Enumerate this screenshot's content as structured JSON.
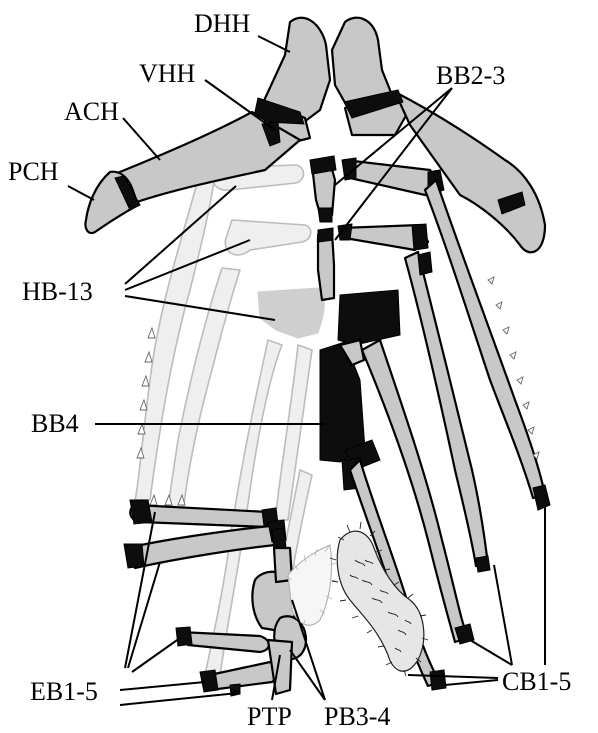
{
  "labels": {
    "dhh": "DHH",
    "vhh": "VHH",
    "ach": "ACH",
    "pch": "PCH",
    "bb23": "BB2-3",
    "hb13": "HB-13",
    "bb4": "BB4",
    "eb15": "EB1-5",
    "ptp": "PTP",
    "pb34": "PB3-4",
    "cb15": "CB1-5"
  },
  "colors": {
    "bone": "#c8c8c8",
    "bone_faded": "#efefef",
    "cartilage": "#0d0d0d",
    "outline": "#000000"
  }
}
